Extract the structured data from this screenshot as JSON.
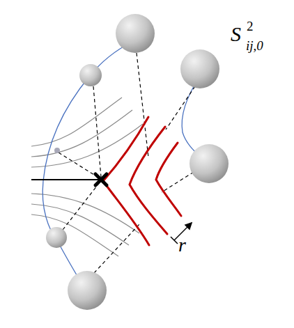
{
  "diagram": {
    "labels": [
      "S",
      "2",
      "ij,0",
      "r"
    ]
  }
}
